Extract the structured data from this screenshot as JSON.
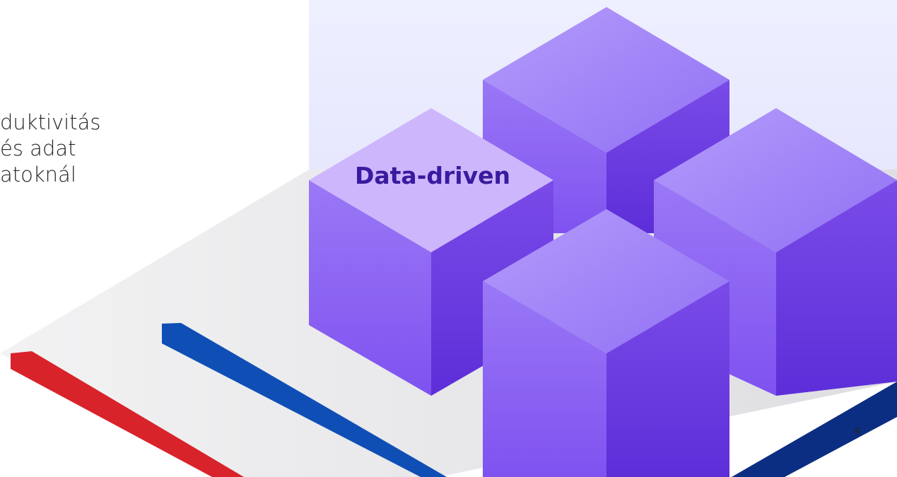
{
  "slide": {
    "text_lines": [
      "duktivitás",
      "és adat",
      "atoknál"
    ],
    "cube_label": "Data-driven",
    "page_number": "9"
  },
  "colors": {
    "red_stripe": "#d8232a",
    "blue_stripe": "#0f4fb5",
    "navy_stripe": "#0b2e82",
    "platform": "#e4e4e6",
    "cube_top": "#9a78f6",
    "cube_left": "#8a60f2",
    "cube_right": "#6a3ae0",
    "label": "#3a1a9e"
  }
}
